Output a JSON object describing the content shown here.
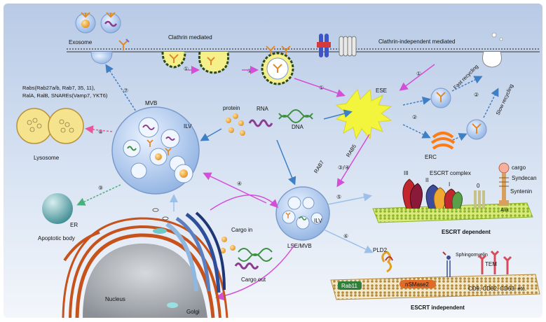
{
  "labels": {
    "exosome": "Exosome",
    "clathrin_mediated": "Clathrin mediated",
    "clathrin_independent": "Clathrin-independent  mediated",
    "rabs_line1": "Rabs(Rab27a/b, Rab7, 35, 11),",
    "rabs_line2": "RalA, RalB, SNAREs(Vamp7, YKT6)",
    "mvb": "MVB",
    "ilv_top": "ILV",
    "protein": "protein",
    "rna": "RNA",
    "dna": "DNA",
    "ese": "ESE",
    "fast_recycling": "Fast recycling",
    "slow_recycling": "Slow recycling",
    "erc": "ERC",
    "rab5": "RAB5",
    "rab7": "RAB7",
    "lysosome": "Lysosome",
    "apoptotic_body": "Apoptotic body",
    "escrt_complex": "ESCRT complex",
    "escrt_iii": "III",
    "escrt_ii": "II",
    "escrt_i": "I",
    "escrt_0": "0",
    "cargo": "cargo",
    "syndecan": "Syndecan",
    "syntenin": "Syntenin",
    "alix": "Alix",
    "escrt_dependent": "ESCRT dependent",
    "er": "ER",
    "nucleus": "Nucleus",
    "golgi": "Golgi",
    "cargo_in": "Cargo in",
    "cargo_out": "Cargo out",
    "ilv_bottom": "ILV",
    "lse_mvb": "LSE/MVB",
    "pld2": "PLD2",
    "sphingomyelin": "Sphingomyelin",
    "tem": "TEM",
    "rab11": "Rab11",
    "nsmase2": "nSMase2",
    "tetraspanins": "CD9, CD82, CD63, etc.",
    "escrt_independent": "ESCRT independent"
  },
  "steps": {
    "s1a": "①",
    "s1b": "①",
    "s1c": "①",
    "s1d": "①",
    "s2a": "②",
    "s2b": "②",
    "s34": "③/④",
    "s4": "④",
    "s5": "⑤",
    "s6": "⑥",
    "s7": "⑦",
    "s8": "⑧",
    "s9": "⑨"
  },
  "colors": {
    "background_top": "#b9cbe6",
    "background_bottom": "#eef3fa",
    "vesicle": "#a8c4ec",
    "ese": "#f2f53c",
    "magenta_arrow": "#d34fd8",
    "blue_arrow": "#3f7fc4",
    "erc": "#ff7a12",
    "nucleus": "#9aa0a6",
    "er": "#c6531c",
    "lysosome": "#f6e38d",
    "apoptotic": "#63a7ad",
    "rab11": "#2f7f3a",
    "nsmase2": "#e06a28"
  }
}
